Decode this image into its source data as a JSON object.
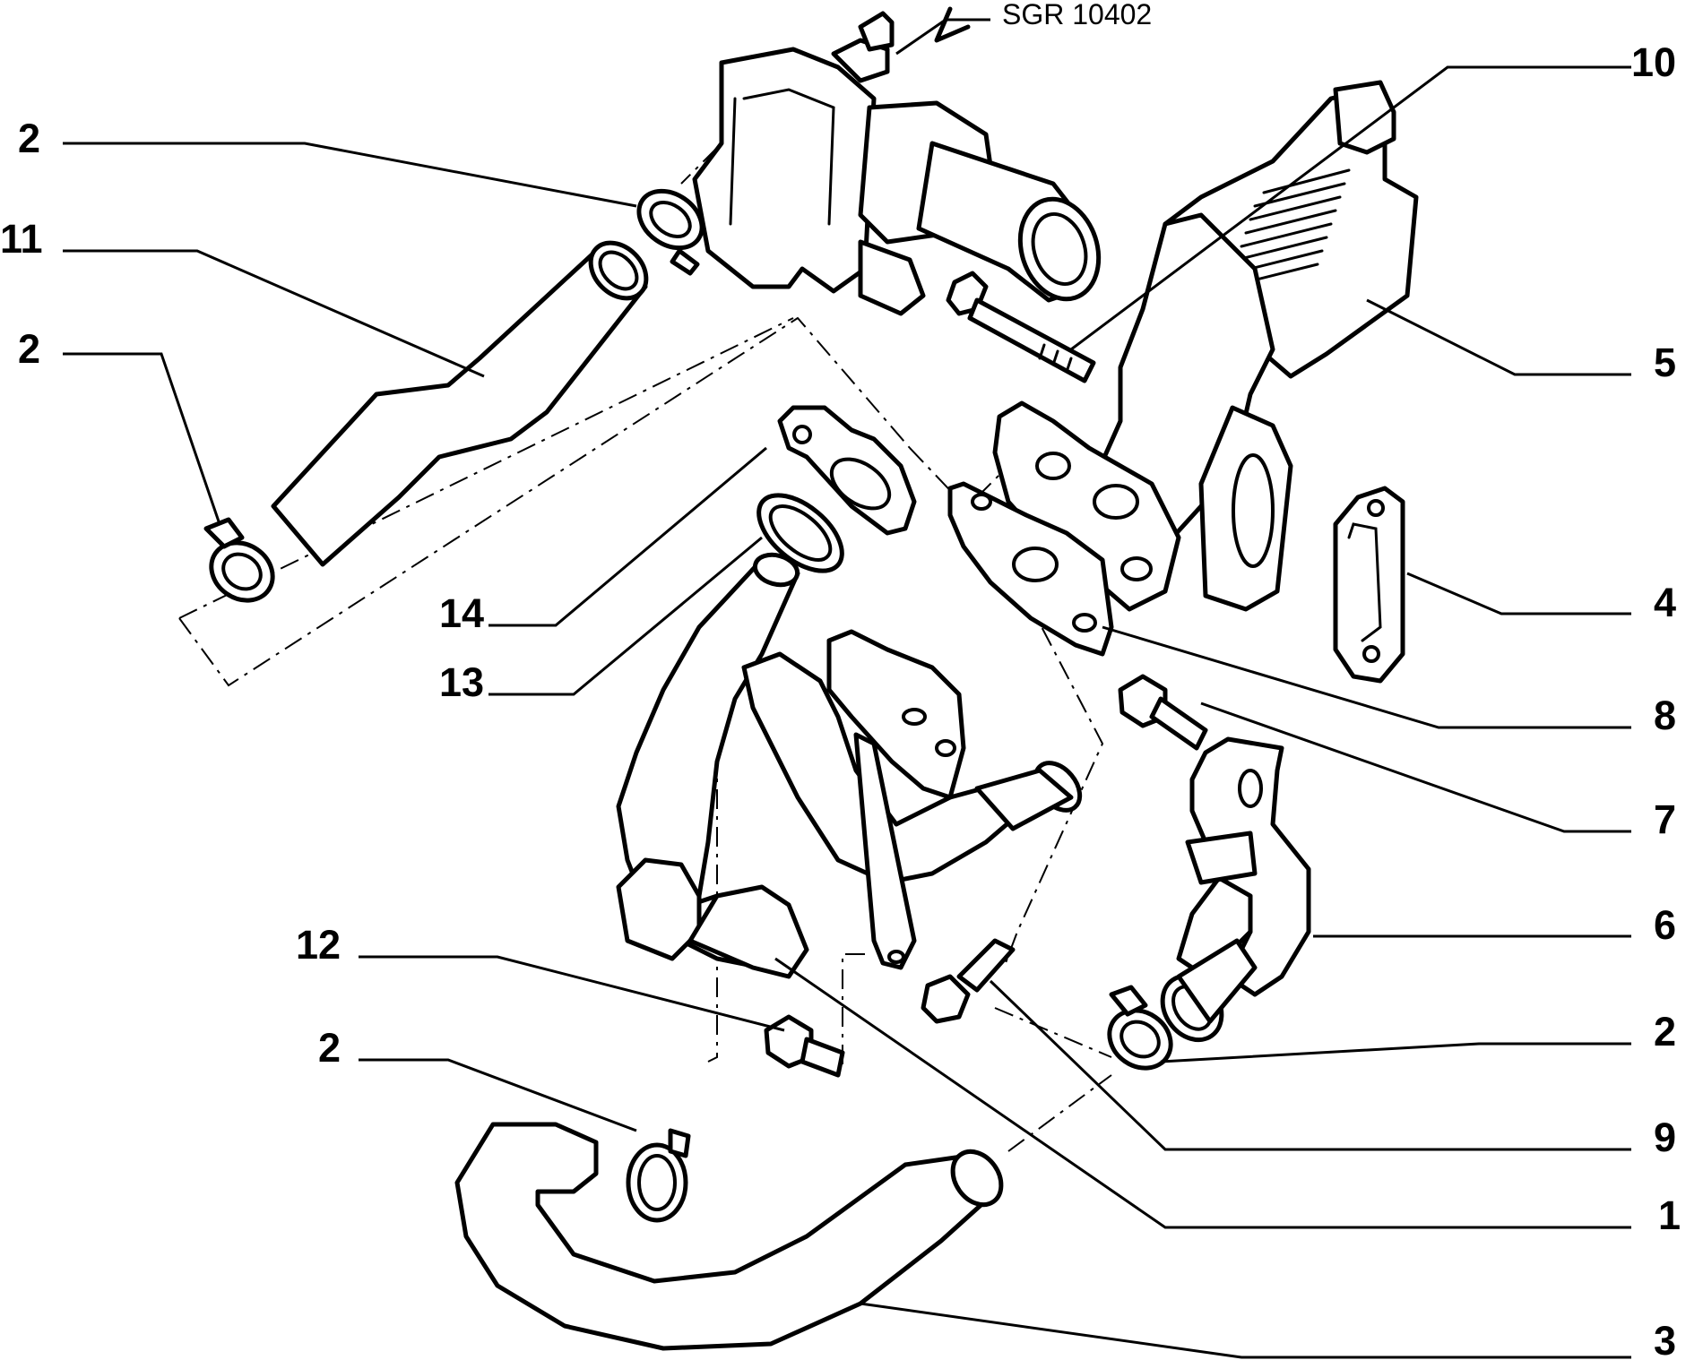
{
  "diagram": {
    "reference_code": "SGR 10402",
    "callouts": {
      "left_2a": "2",
      "left_11": "11",
      "left_2b": "2",
      "mid_14": "14",
      "mid_13": "13",
      "mid_12": "12",
      "mid_2c": "2",
      "right_10": "10",
      "right_5": "5",
      "right_4": "4",
      "right_8": "8",
      "right_7": "7",
      "right_6": "6",
      "right_2d": "2",
      "right_9": "9",
      "right_1": "1",
      "right_3": "3"
    }
  }
}
